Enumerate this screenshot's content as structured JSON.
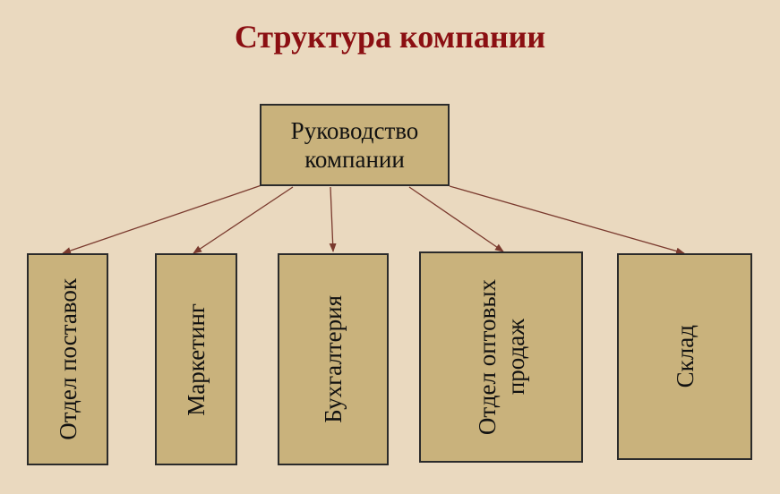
{
  "title": "Структура компании",
  "root": {
    "line1": "Руководство",
    "line2": "компании"
  },
  "departments": [
    {
      "lines": [
        "Отдел поставок"
      ]
    },
    {
      "lines": [
        "Маркетинг"
      ]
    },
    {
      "lines": [
        "Бухгалтерия"
      ]
    },
    {
      "lines": [
        "Отдел оптовых",
        "продаж"
      ]
    },
    {
      "lines": [
        "Склад"
      ]
    }
  ],
  "colors": {
    "background": "#ead9bf",
    "title": "#8b0f12",
    "box_fill": "#c9b27c",
    "box_border": "#2b2b2b",
    "connector": "#7a3a2e"
  }
}
